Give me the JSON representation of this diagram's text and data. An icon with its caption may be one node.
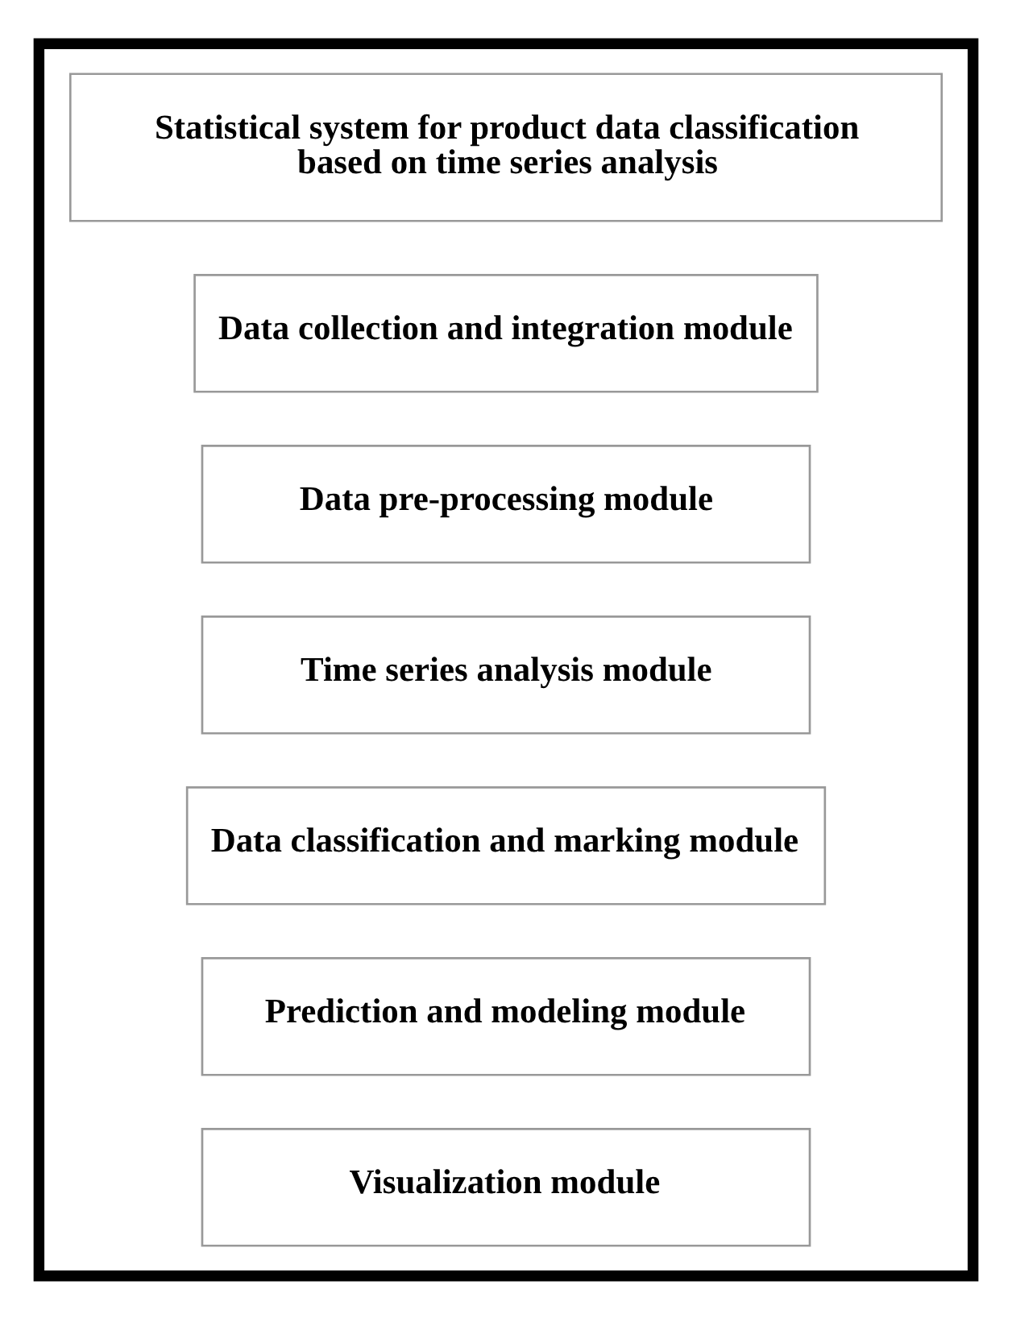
{
  "diagram": {
    "nodes": [
      {
        "text": [],
        "shape": "box"
      },
      {
        "text": [
          "Statistical system for product data classification based on time series analysis"
        ],
        "in": 0
      },
      {
        "text": [
          "Data collection and integration module"
        ],
        "in": 0
      },
      {
        "text": [
          "Data pre-processing module"
        ],
        "in": 0
      },
      {
        "text": [
          "Time series analysis module"
        ],
        "in": 0
      },
      {
        "text": [
          "Data classification and marking module"
        ],
        "in": 0
      },
      {
        "text": [
          "Prediction and modeling module"
        ],
        "in": 0
      },
      {
        "text": [
          "Visualization module"
        ],
        "in": 0
      }
    ],
    "edges": []
  }
}
